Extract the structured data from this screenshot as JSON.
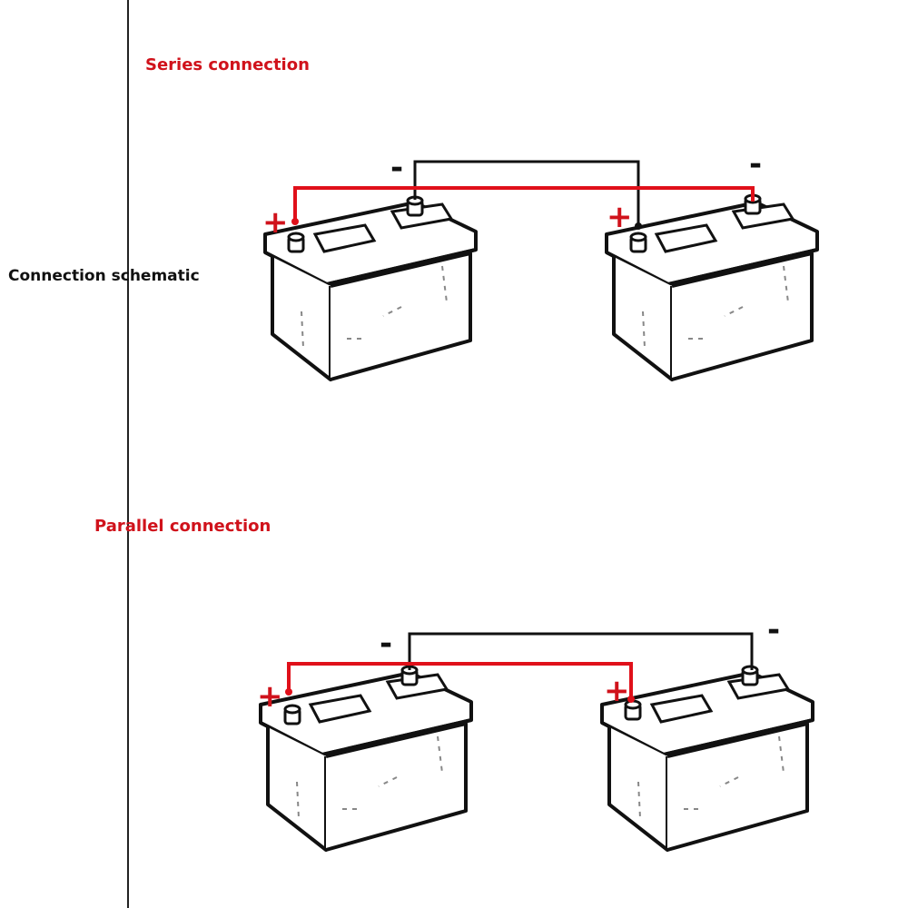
{
  "side_label": "Connection schematic",
  "series": {
    "title": "Series connection"
  },
  "parallel": {
    "title": "Parallel connection"
  },
  "symbols": {
    "plus": "+",
    "minus": "-"
  },
  "colors": {
    "accent": "#d0121b",
    "wire_negative": "#111111",
    "wire_positive": "#e0101a",
    "outline": "#111111"
  }
}
